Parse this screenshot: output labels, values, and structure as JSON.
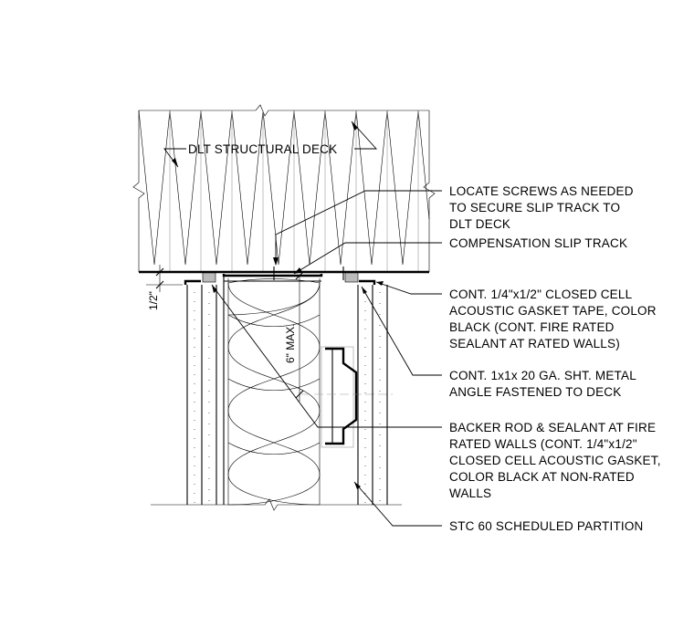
{
  "notes": {
    "deck": "DLT STRUCTURAL DECK",
    "screws": [
      "LOCATE SCREWS AS NEEDED",
      "TO SECURE SLIP TRACK TO",
      "DLT DECK"
    ],
    "slip_track": "COMPENSATION SLIP TRACK",
    "gasket": [
      "CONT. 1/4\"x1/2\" CLOSED CELL",
      "ACOUSTIC GASKET TAPE, COLOR",
      "BLACK (CONT. FIRE RATED",
      "SEALANT AT RATED WALLS)"
    ],
    "angle": [
      "CONT. 1x1x 20 GA. SHT. METAL",
      "ANGLE FASTENED TO DECK"
    ],
    "backer": [
      "BACKER ROD & SEALANT AT FIRE",
      "RATED WALLS (CONT. 1/4\"x1/2\"",
      "CLOSED CELL ACOUSTIC GASKET,",
      "COLOR BLACK AT NON-RATED",
      "WALLS"
    ],
    "partition": "STC 60 SCHEDULED PARTITION"
  },
  "dimensions": {
    "gap": "1/2\"",
    "max": "6\" MAX."
  }
}
